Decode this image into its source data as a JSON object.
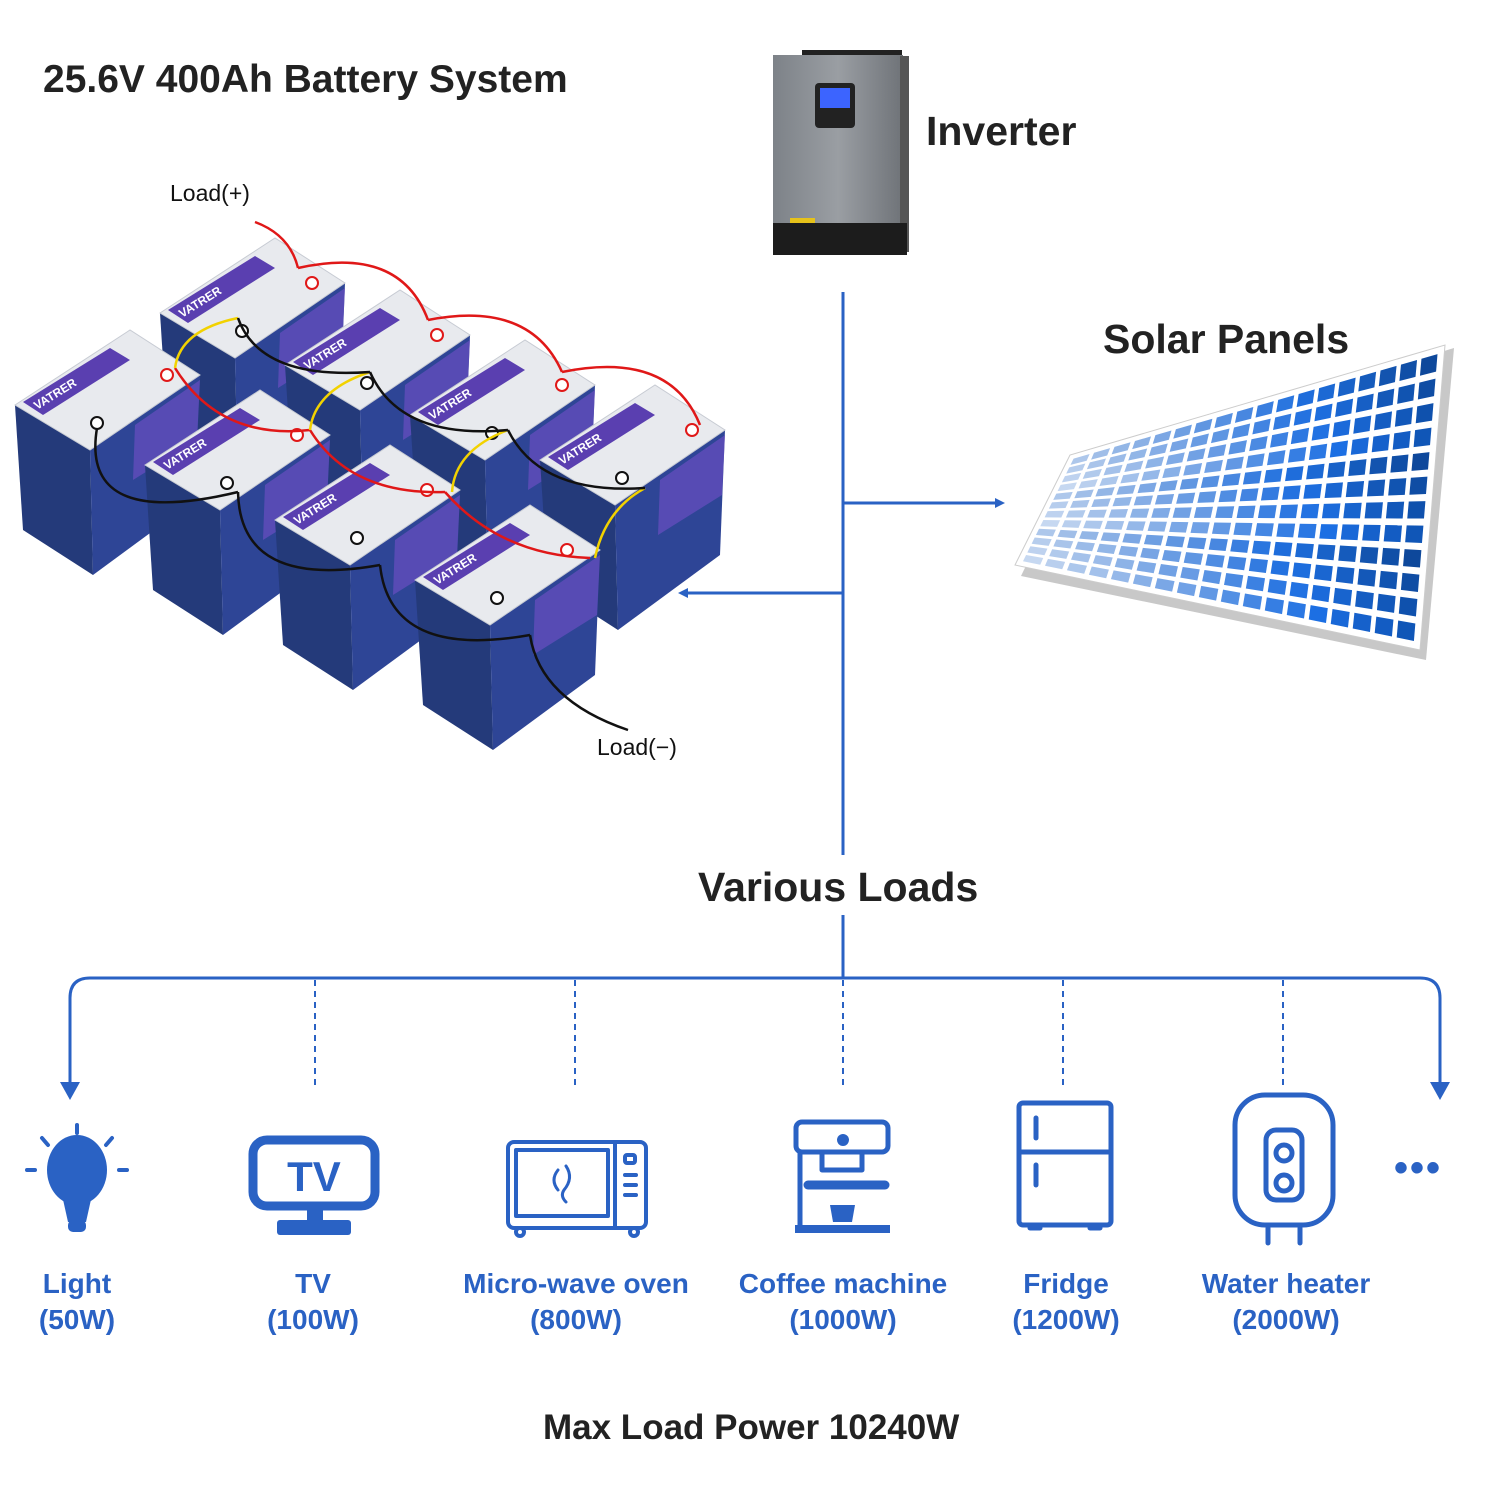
{
  "title": "25.6V 400Ah Battery System",
  "inverter_label": "Inverter",
  "solar_label": "Solar Panels",
  "loads_heading": "Various Loads",
  "wire_labels": {
    "positive": "Load(+)",
    "negative": "Load(−)"
  },
  "inverter_brand_tag": "",
  "loads": [
    {
      "name": "Light",
      "power": "(50W)",
      "icon": "light-bulb-icon"
    },
    {
      "name": "TV",
      "power": "(100W)",
      "icon": "tv-icon",
      "icon_text": "TV"
    },
    {
      "name": "Micro-wave oven",
      "power": "(800W)",
      "icon": "microwave-icon"
    },
    {
      "name": "Coffee machine",
      "power": "(1000W)",
      "icon": "coffee-machine-icon"
    },
    {
      "name": "Fridge",
      "power": "(1200W)",
      "icon": "fridge-icon"
    },
    {
      "name": "Water heater",
      "power": "(2000W)",
      "icon": "water-heater-icon"
    }
  ],
  "more_indicator": "•••",
  "max_load": "Max Load Power 10240W",
  "battery_brand": "VATRER",
  "colors": {
    "accent": "#2a62c4",
    "text": "#222222",
    "battery_navy": "#243a7a",
    "wire_red": "#e01818",
    "wire_yellow": "#f2d200"
  }
}
